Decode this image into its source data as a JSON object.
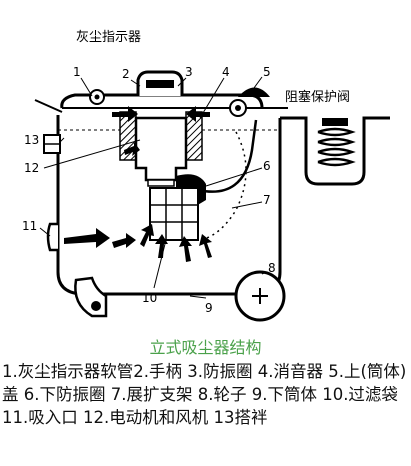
{
  "diagram": {
    "top_label": "灰尘指示器",
    "valve_label": "阻塞保护阀",
    "part_numbers": [
      "1",
      "2",
      "3",
      "4",
      "5",
      "6",
      "7",
      "8",
      "9",
      "10",
      "11",
      "12",
      "13"
    ]
  },
  "caption": {
    "title": "立式吸尘器结构",
    "legend": "1.灰尘指示器软管2.手柄 3.防振圈 4.消音器 5.上(筒体)盖 6.下防振圈 7.展扩支架 8.轮子 9.下筒体 10.过滤袋 11.吸入口 12.电动机和风机 13搭袢"
  },
  "colors": {
    "caption_title": "#4aa14a",
    "line": "#000000"
  }
}
